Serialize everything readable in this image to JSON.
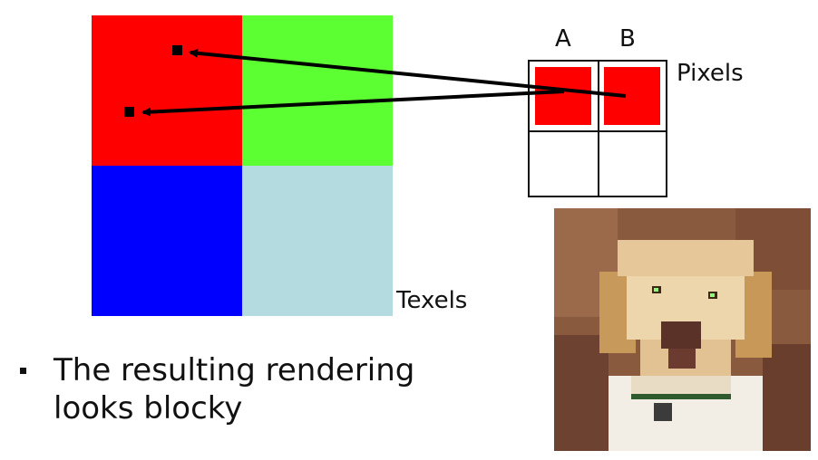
{
  "diagram": {
    "texel_colors": {
      "top_left": "#ff0000",
      "top_right": "#5cff32",
      "bottom_left": "#0000ff",
      "bottom_right": "#b4dce0"
    },
    "texels_label": "Texels",
    "pixels_label": "Pixels",
    "pixel_a_label": "A",
    "pixel_b_label": "B",
    "pixel_fill_color": "#ff0000"
  },
  "bullet": {
    "text": "The resulting rendering looks blocky"
  },
  "image": {
    "subject": "blocky-dog-photo"
  }
}
